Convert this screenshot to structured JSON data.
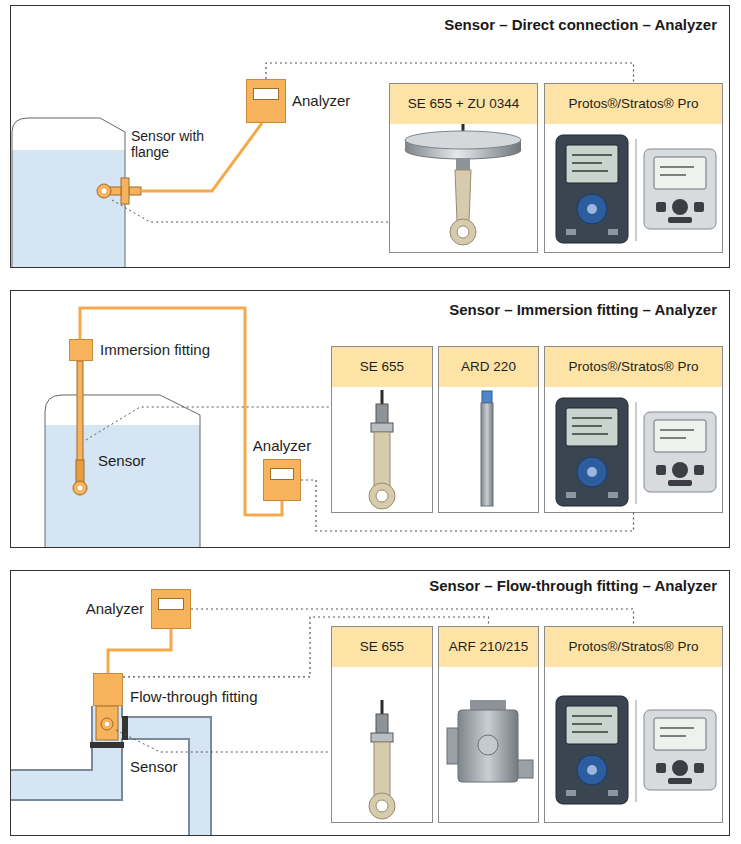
{
  "diagram": {
    "nodes": [
      {
        "text": [
          "Sensor – Direct connection – Analyzer"
        ]
      },
      {
        "text": [
          "Analyzer"
        ],
        "in": 0
      },
      {
        "text": [
          "SE 655 + ZU 0344"
        ],
        "in": 0
      },
      {
        "text": [
          "Protos®/Stratos® Pro"
        ],
        "in": 0
      },
      {
        "text": [
          "Sensor – Immersion fitting – Analyzer"
        ]
      },
      {
        "text": [
          "Immersion fitting"
        ],
        "in": 4
      },
      {
        "text": [
          "Analyzer"
        ],
        "in": 4
      },
      {
        "text": [
          "SE 655"
        ],
        "in": 4
      },
      {
        "text": [
          "ARD 220"
        ],
        "in": 4
      },
      {
        "text": [
          "Protos®/Stratos® Pro"
        ],
        "in": 4
      },
      {
        "text": [
          "Sensor – Flow-through fitting – Analyzer"
        ]
      },
      {
        "text": [
          "Analyzer"
        ],
        "in": 10
      },
      {
        "text": [
          "Flow-through fitting"
        ],
        "in": 10
      },
      {
        "text": [
          "SE 655"
        ],
        "in": 10
      },
      {
        "text": [
          "ARF 210/215"
        ],
        "in": 10
      },
      {
        "text": [
          "Protos®/Stratos® Pro"
        ],
        "in": 10
      }
    ],
    "edges": [
      {
        "from": 1,
        "to": 3,
        "arrow": "none"
      },
      {
        "from": 6,
        "to": 9,
        "arrow": "none"
      },
      {
        "from": 11,
        "to": 15,
        "arrow": "none"
      },
      {
        "from": 12,
        "to": 14,
        "arrow": "none"
      }
    ],
    "labels": [
      "Sensor with flange",
      "Sensor",
      "Sensor"
    ]
  }
}
